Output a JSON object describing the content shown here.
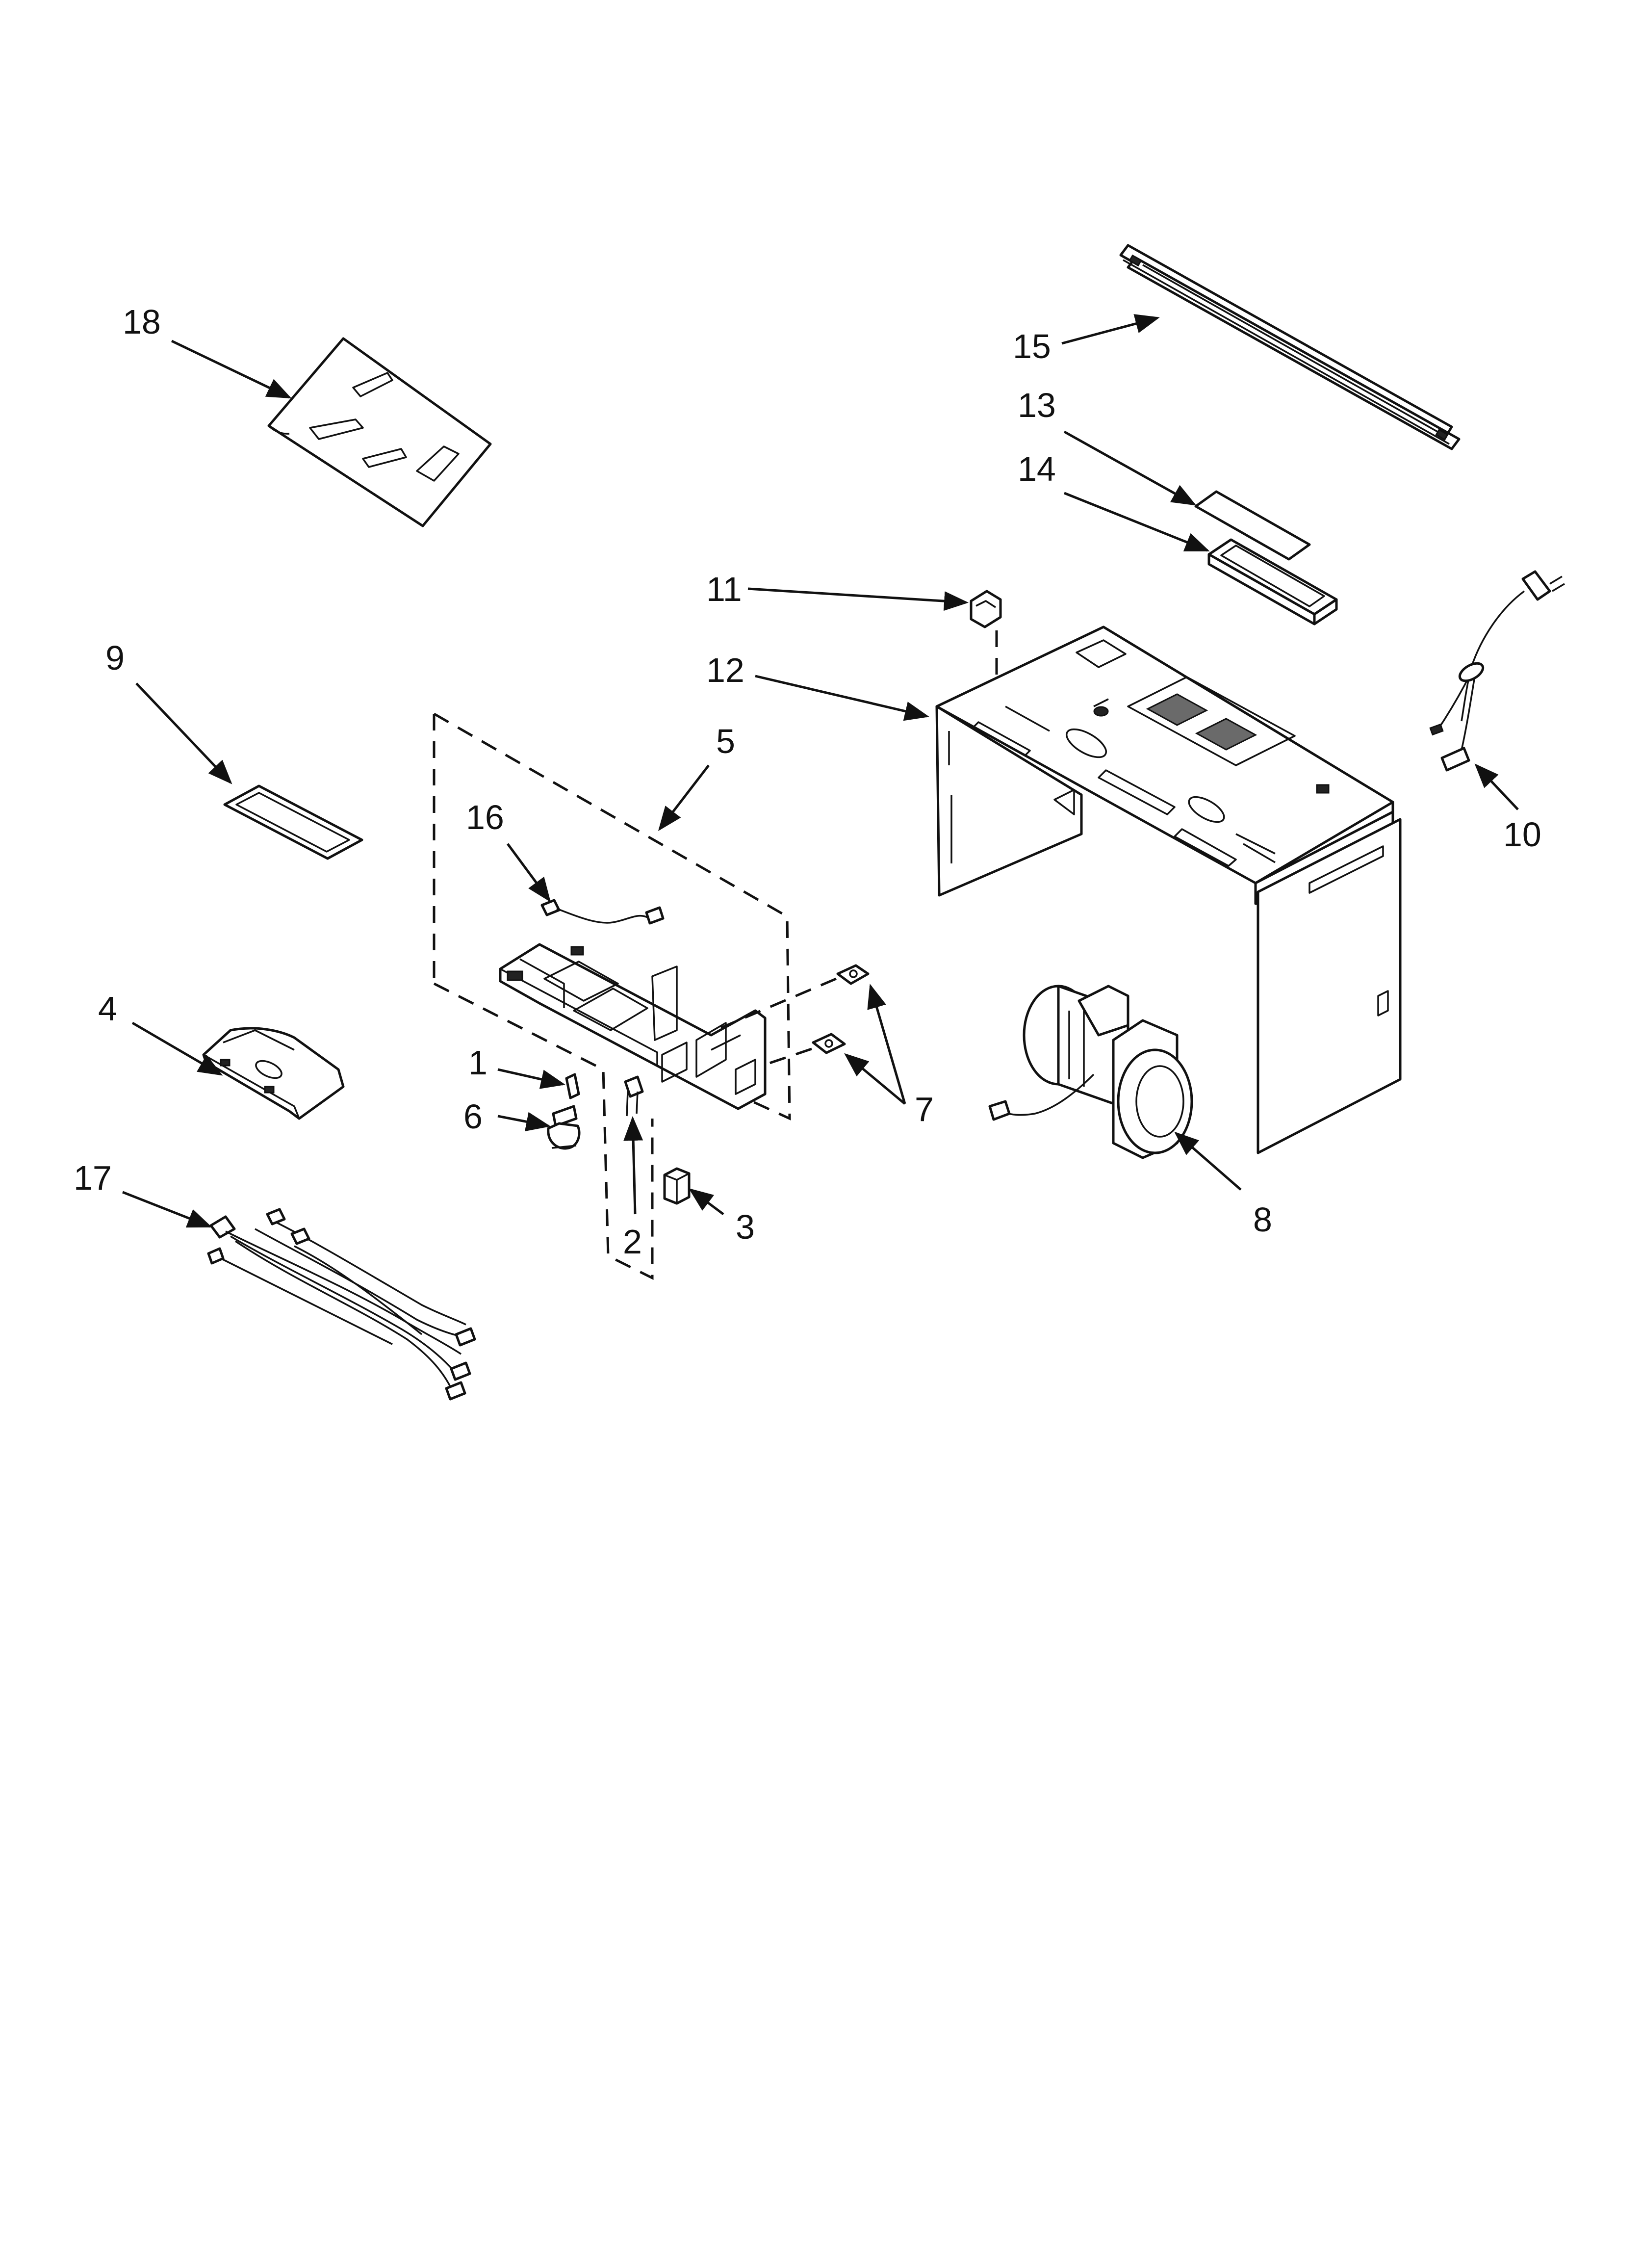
{
  "callouts": {
    "c1": "1",
    "c2": "2",
    "c3": "3",
    "c4": "4",
    "c5": "5",
    "c6": "6",
    "c7": "7",
    "c8": "8",
    "c9": "9",
    "c10": "10",
    "c11": "11",
    "c12": "12",
    "c13": "13",
    "c14": "14",
    "c15": "15",
    "c16": "16",
    "c17": "17",
    "c18": "18"
  },
  "colors": {
    "ink": "#111111",
    "background": "#ffffff",
    "shade": "#6a6a6a"
  }
}
